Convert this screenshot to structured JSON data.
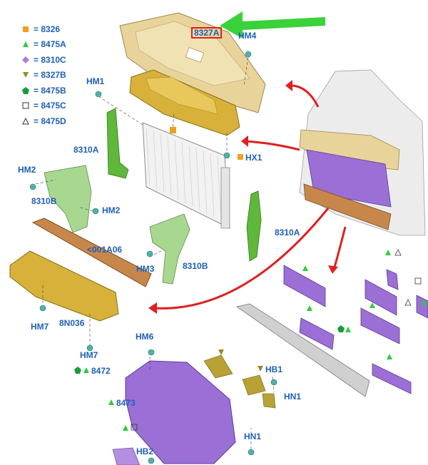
{
  "legend": [
    {
      "symbol": "square-orange",
      "text": "= 8326"
    },
    {
      "symbol": "triangle-green",
      "text": "= 8475A"
    },
    {
      "symbol": "diamond-purple",
      "text": "= 8310C"
    },
    {
      "symbol": "triangle-down-olive",
      "text": "= 8327B"
    },
    {
      "symbol": "pentagon-green",
      "text": "= 8475B"
    },
    {
      "symbol": "square-outline",
      "text": "= 8475C"
    },
    {
      "symbol": "triangle-outline",
      "text": "= 8475D"
    }
  ],
  "labels": {
    "upper_shield": "8327A",
    "hm4": "HM4",
    "hm1": "HM1",
    "hx1": "HX1",
    "hm2_top": "HM2",
    "left_deflector_top": "8310A",
    "left_deflector_bottom": "8310B",
    "hm2_right": "HM2",
    "right_deflector": "8310A",
    "beam_absorber": "<001A06",
    "hm3": "HM3",
    "lower_deflector": "8310B",
    "hm7_left": "HM7",
    "lower_shield": "8N036",
    "hm7_bottom": "HM7",
    "hm6": "HM6",
    "shutter_code": "8472",
    "hb1": "HB1",
    "hn1_upper": "HN1",
    "shutter_frame": "8473",
    "hn1_lower": "HN1",
    "hb2": "HB2"
  },
  "colors": {
    "label_blue": "#1f5fb8",
    "highlight_red": "#e02020",
    "arrow_green": "#3ad13a",
    "arrow_red": "#e02020",
    "tan_part": "#e8d49a",
    "gold_part": "#d7b13a",
    "green_part": "#7cc24a",
    "light_green_part": "#a8d890",
    "purple_part": "#9b6fd6",
    "copper_part": "#c8874a",
    "grey_part": "#d0d0d0"
  }
}
